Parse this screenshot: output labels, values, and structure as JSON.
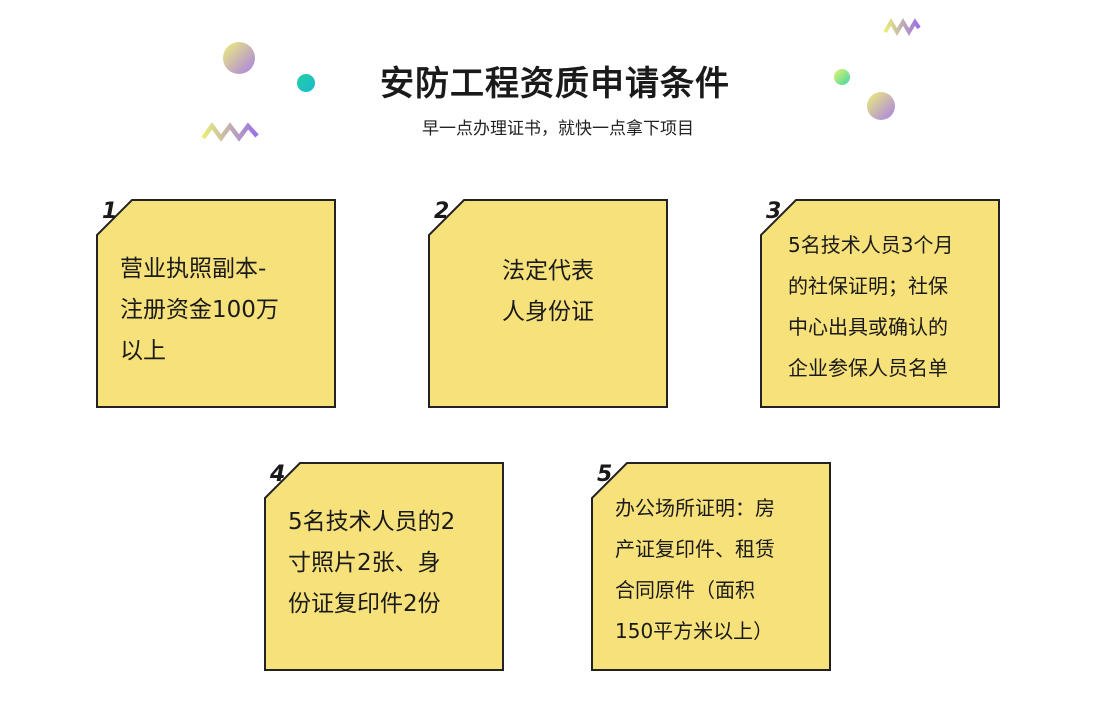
{
  "header": {
    "title": "安防工程资质申请条件",
    "subtitle": "早一点办理证书，就快一点拿下项目"
  },
  "colors": {
    "card_fill": "#f6e17a",
    "card_border": "#222222",
    "accent_purple": "#a77ee6",
    "accent_yellow": "#e8ef7b",
    "accent_teal": "#1fc8b6"
  },
  "cards": [
    {
      "num": "1",
      "text": "营业执照副本-\n注册资金100万\n以上"
    },
    {
      "num": "2",
      "text": "法定代表\n人身份证"
    },
    {
      "num": "3",
      "text": "5名技术人员3个月\n的社保证明；社保\n中心出具或确认的\n企业参保人员名单"
    },
    {
      "num": "4",
      "text": "5名技术人员的2\n寸照片2张、身\n份证复印件2份"
    },
    {
      "num": "5",
      "text": "办公场所证明：房\n产证复印件、租赁\n合同原件（面积\n150平方米以上）"
    }
  ]
}
